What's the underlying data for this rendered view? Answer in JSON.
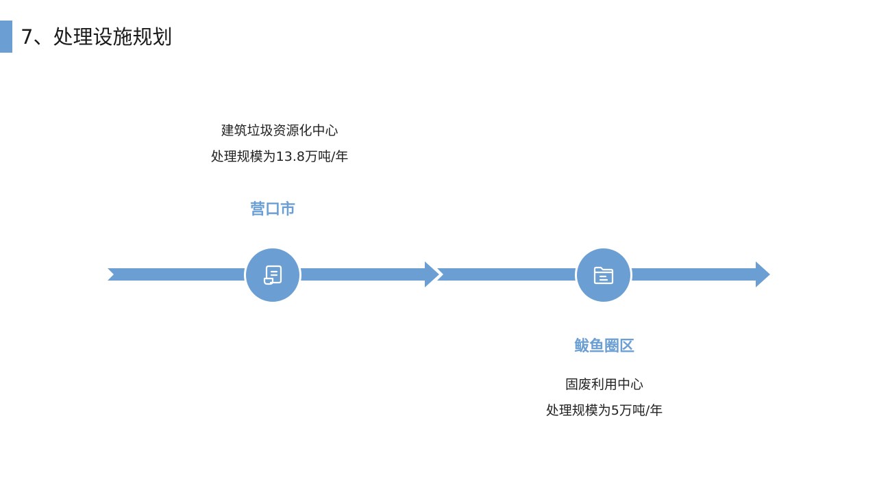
{
  "header": {
    "title": "7、处理设施规划"
  },
  "colors": {
    "accent": "#6b9fd4",
    "text": "#222222"
  },
  "nodes": [
    {
      "name": "营口市",
      "icon": "document-icon",
      "lines": [
        "建筑垃圾资源化中心",
        "处理规模为13.8万吨/年"
      ]
    },
    {
      "name": "鲅鱼圈区",
      "icon": "folder-icon",
      "lines": [
        "固废利用中心",
        "处理规模为5万吨/年"
      ]
    }
  ]
}
